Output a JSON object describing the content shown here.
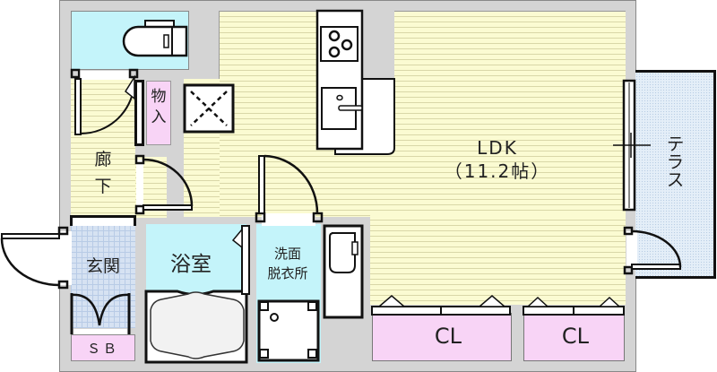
{
  "floor_plan": {
    "rooms": {
      "ldk": {
        "label": "LDK",
        "size": "（11.2帖）"
      },
      "terrace": {
        "label": "テラス"
      },
      "corridor": {
        "label_top": "廊",
        "label_bottom": "下"
      },
      "storage": {
        "label_top": "物",
        "label_bottom": "入"
      },
      "entrance": {
        "label": "玄関"
      },
      "shoe_box": {
        "label": "ＳＢ"
      },
      "bathroom": {
        "label": "浴室"
      },
      "washroom": {
        "label_top": "洗面",
        "label_bottom": "脱衣所"
      },
      "closet_1": {
        "label": "CL"
      },
      "closet_2": {
        "label": "CL"
      }
    },
    "colors": {
      "wall": "#d4d4d4",
      "wood_floor": "#fbfbd2",
      "wet_area": "#c4f4fa",
      "storage": "#f8d4f6",
      "entrance_tile": "#d6e2f2",
      "terrace": "#e4eef8"
    }
  }
}
